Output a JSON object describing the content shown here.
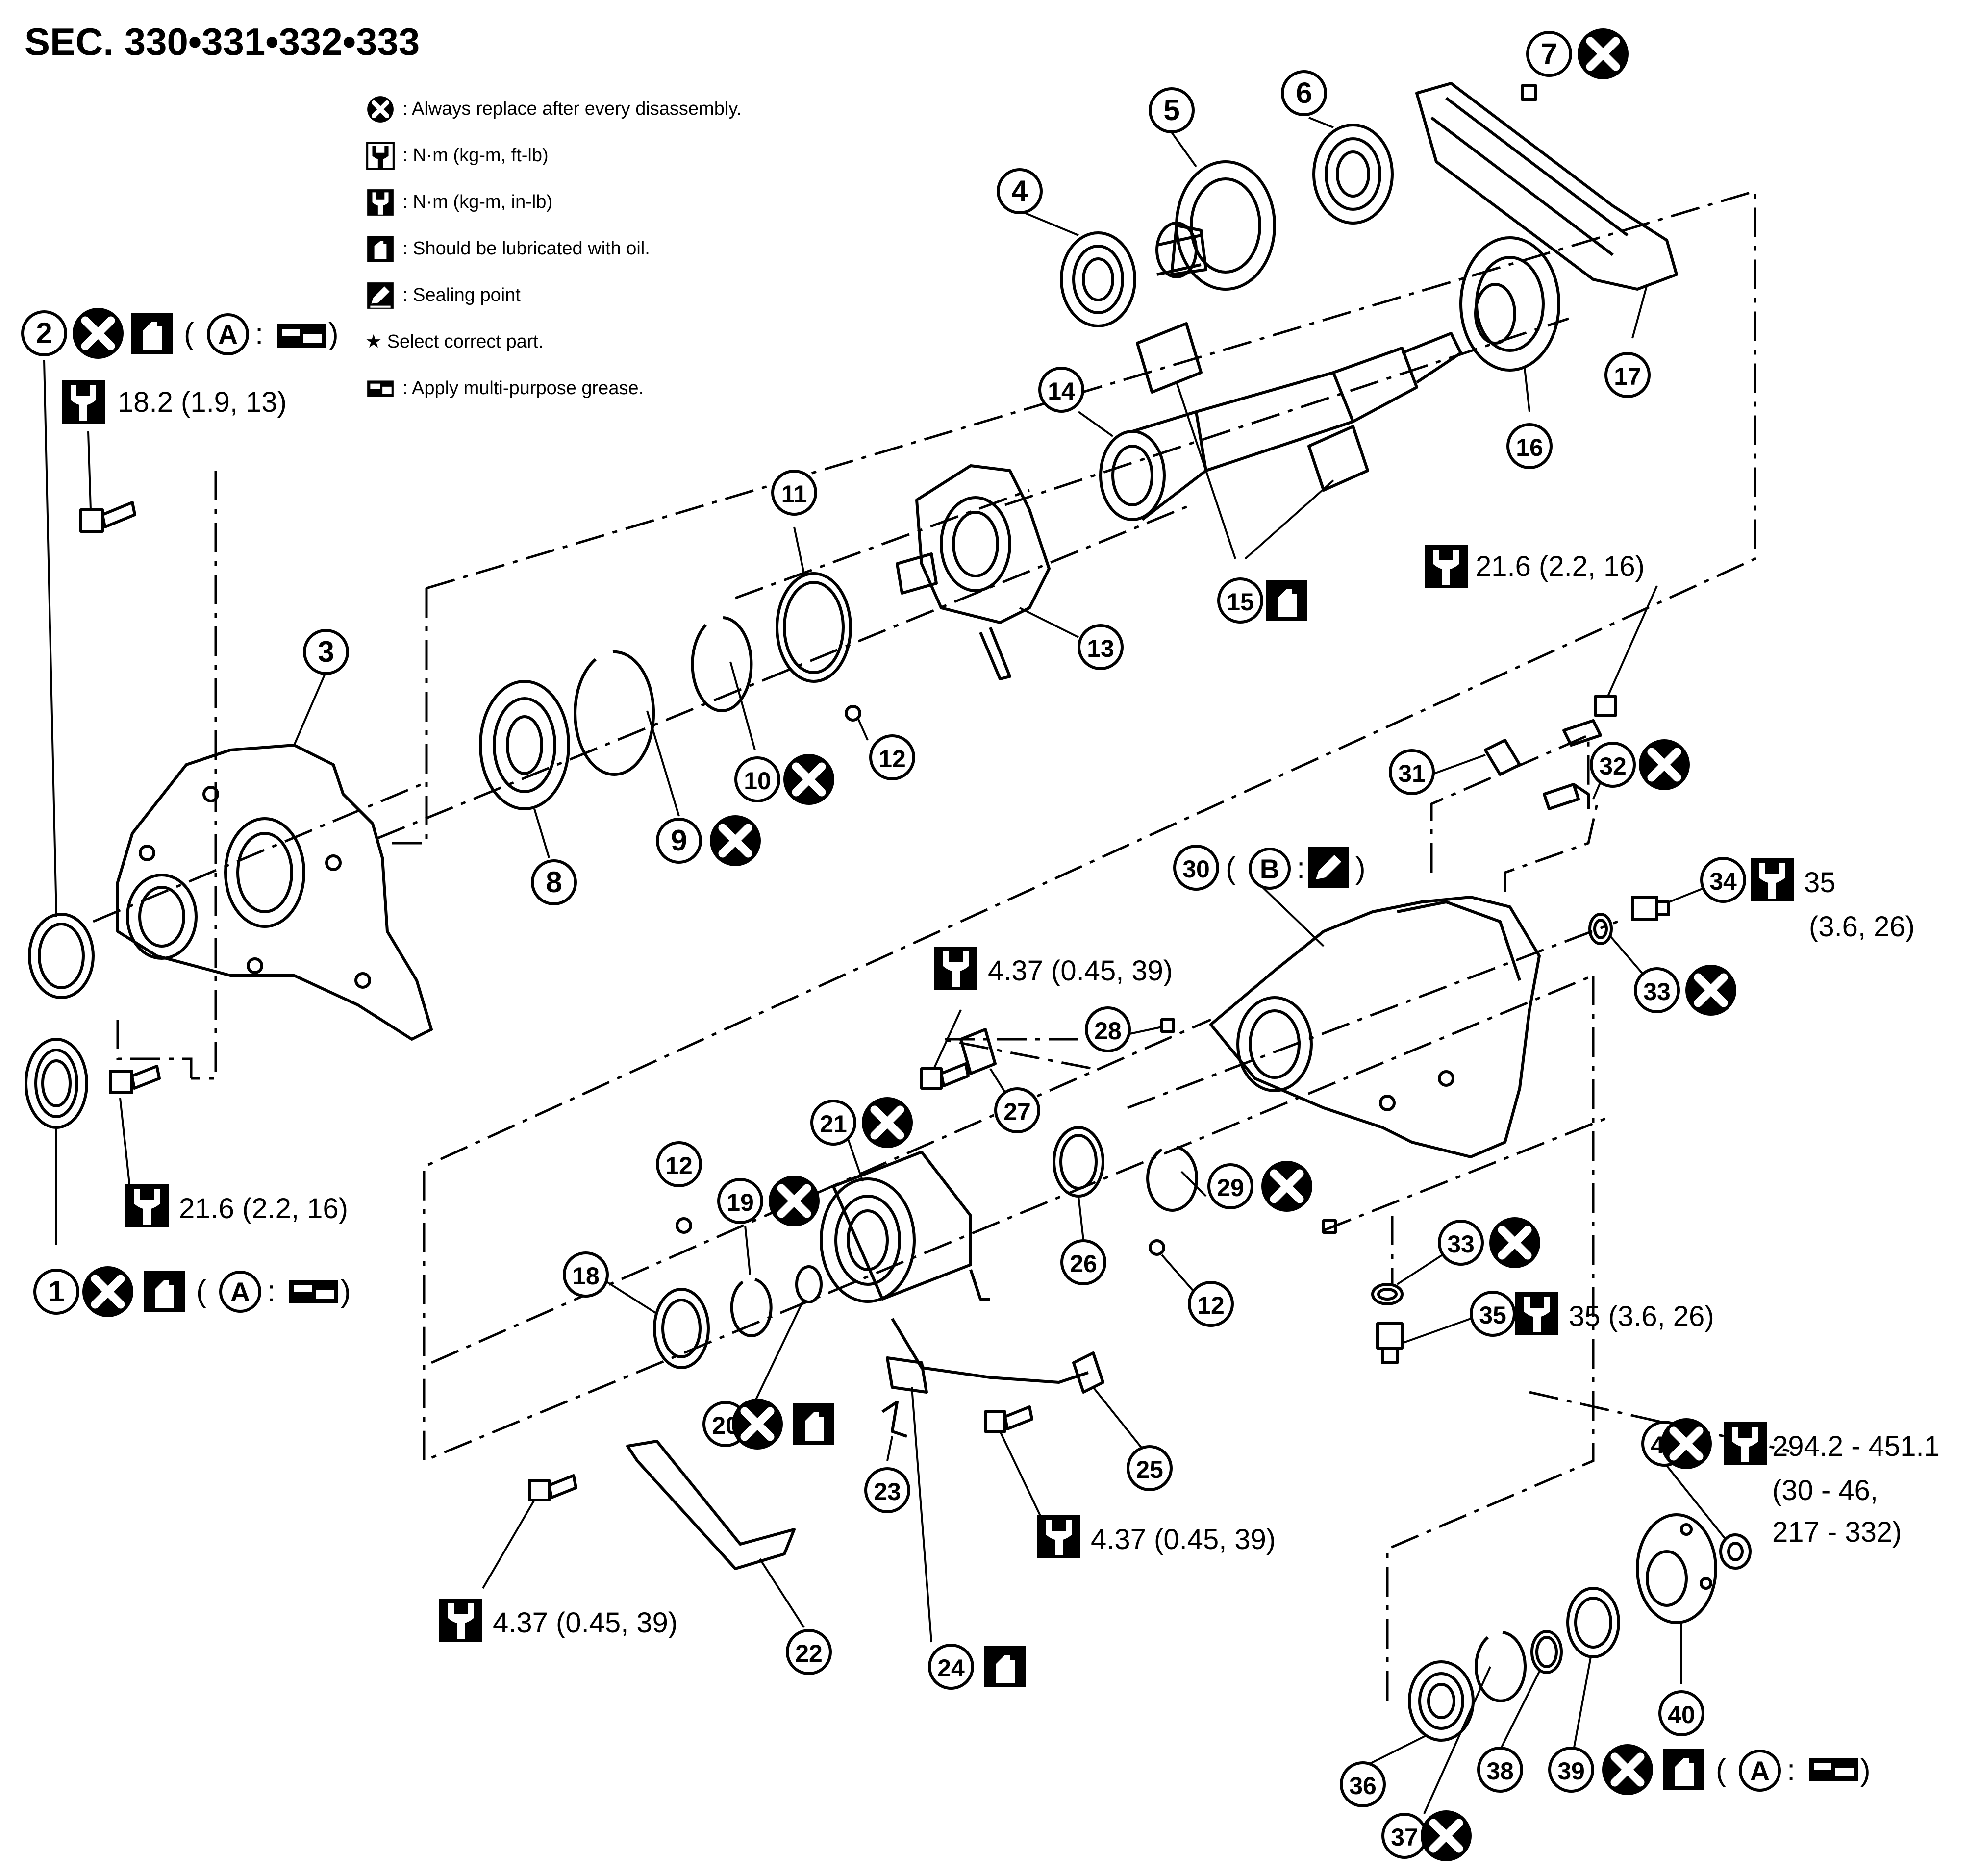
{
  "header": {
    "section": "SEC. 330•331•332•333"
  },
  "legend": [
    {
      "icon": "x-circle-icon",
      "text": ": Always replace after every disassembly."
    },
    {
      "icon": "torque-wrench-icon",
      "text": ": N·m (kg-m, ft-lb)"
    },
    {
      "icon": "torque-wrench-filled-icon",
      "text": ": N·m (kg-m, in-lb)"
    },
    {
      "icon": "oil-can-icon",
      "text": ": Should be lubricated with oil."
    },
    {
      "icon": "sealant-icon",
      "text": ": Sealing point"
    },
    {
      "icon": "star-icon",
      "text": "★ Select correct part."
    },
    {
      "icon": "grease-gun-icon",
      "text": ": Apply multi-purpose grease."
    }
  ],
  "callouts": {
    "n1": "1",
    "n2": "2",
    "n3": "3",
    "n4": "4",
    "n5": "5",
    "n6": "6",
    "n7": "7",
    "n8": "8",
    "n9": "9",
    "n10": "10",
    "n11": "11",
    "n12": "12",
    "n13": "13",
    "n14": "14",
    "n15": "15",
    "n16": "16",
    "n17": "17",
    "n18": "18",
    "n19": "19",
    "n20": "20",
    "n21": "21",
    "n22": "22",
    "n23": "23",
    "n24": "24",
    "n25": "25",
    "n26": "26",
    "n27": "27",
    "n28": "28",
    "n29": "29",
    "n30": "30",
    "n31": "31",
    "n32": "32",
    "n33": "33",
    "n34": "34",
    "n35": "35",
    "n36": "36",
    "n37": "37",
    "n38": "38",
    "n39": "39",
    "n40": "40",
    "n41": "41"
  },
  "letters": {
    "a": "A",
    "b": "B"
  },
  "torques": {
    "t_2": "18.2 (1.9, 13)",
    "t_1": "21.6 (2.2, 16)",
    "t_32": "21.6 (2.2, 16)",
    "t_27": "4.37 (0.45, 39)",
    "t_25": "4.37 (0.45, 39)",
    "t_22": "4.37 (0.45, 39)",
    "t_34a": "35",
    "t_34b": "(3.6, 26)",
    "t_35": "35 (3.6, 26)",
    "t_41a": "294.2 - 451.1",
    "t_41b": "(30 - 46,",
    "t_41c": "217 - 332)"
  },
  "punct": {
    "open": "(",
    "close": ")",
    "colon": ":"
  }
}
